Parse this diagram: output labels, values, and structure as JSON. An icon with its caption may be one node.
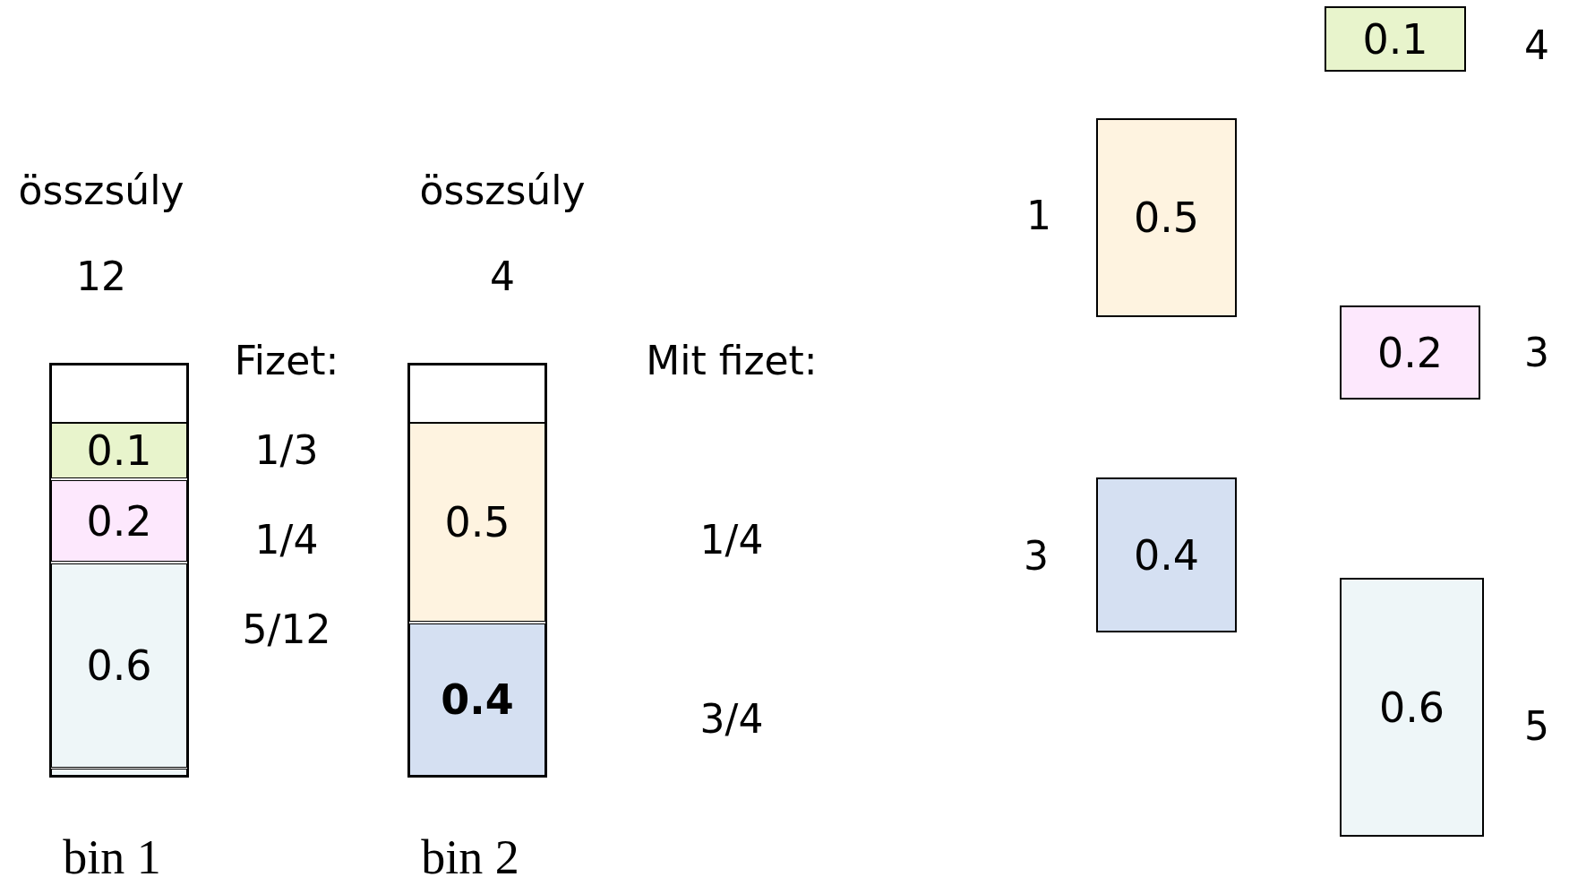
{
  "diagram": {
    "nodes": [
      {
        "text": [],
        "shape": "bar",
        "beside": [
          "bin 1"
        ]
      },
      {
        "text": [],
        "shape": "box",
        "in": 0
      },
      {
        "text": [
          "0.1"
        ],
        "in": 0
      },
      {
        "text": [
          "0.2"
        ],
        "in": 0
      },
      {
        "text": [
          "0.6"
        ],
        "in": 0
      },
      {
        "text": [],
        "shape": "box",
        "in": 0
      },
      {
        "text": [],
        "shape": "bar",
        "beside": [
          "bin 2"
        ]
      },
      {
        "text": [],
        "shape": "box",
        "in": 6
      },
      {
        "text": [
          "0.5"
        ],
        "in": 6
      },
      {
        "text": [
          "**0.4**"
        ],
        "in": 6
      },
      {
        "text": [
          "0.1"
        ],
        "beside": [
          "4"
        ]
      },
      {
        "text": [
          "0.5"
        ],
        "beside": [
          "1"
        ]
      },
      {
        "text": [
          "0.2"
        ],
        "beside": [
          "3"
        ]
      },
      {
        "text": [
          "0.4"
        ],
        "beside": [
          "3"
        ]
      },
      {
        "text": [
          "0.6"
        ],
        "beside": [
          "5"
        ]
      }
    ],
    "edges": [],
    "labels": [
      "összsúly",
      "12",
      "Fizet:",
      "1/3",
      "1/4",
      "5/12",
      "összsúly",
      "4",
      "Mit fizet:",
      "1/4",
      "3/4"
    ]
  }
}
